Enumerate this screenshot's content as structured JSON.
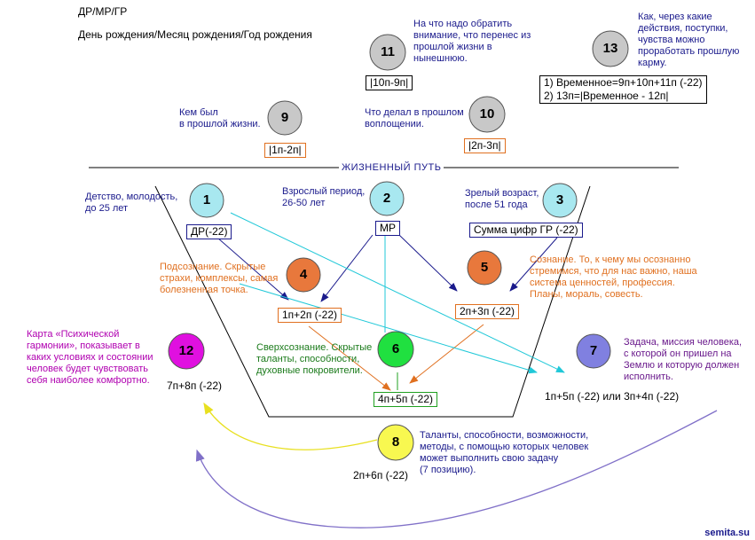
{
  "header": {
    "title": "ДР/МР/ГР",
    "subtitle": "День рождения/Месяц рождения/Год рождения"
  },
  "life_path_label": "ЖИЗНЕННЫЙ ПУТЬ",
  "nodes": [
    {
      "id": "1",
      "color": "#a8e8f0"
    },
    {
      "id": "2",
      "color": "#a8e8f0"
    },
    {
      "id": "3",
      "color": "#a8e8f0"
    },
    {
      "id": "4",
      "color": "#e8783c"
    },
    {
      "id": "5",
      "color": "#e8783c"
    },
    {
      "id": "6",
      "color": "#20e040"
    },
    {
      "id": "7",
      "color": "#8080e0"
    },
    {
      "id": "8",
      "color": "#f8f850"
    },
    {
      "id": "9",
      "color": "#c8c8c8"
    },
    {
      "id": "10",
      "color": "#c8c8c8"
    },
    {
      "id": "11",
      "color": "#c8c8c8"
    },
    {
      "id": "12",
      "color": "#e010e0"
    },
    {
      "id": "13",
      "color": "#c8c8c8"
    }
  ],
  "texts": {
    "t11": "На что надо обратить\nвнимание, что перенес из\nпрошлой жизни в\nнынешнюю.",
    "t13": "Как, через какие\nдействия, поступки,\nчувства можно\nпроработать прошлую\nкарму.",
    "t9": "Кем был\nв прошлой жизни.",
    "t10": "Что делал в прошлом\nвоплощении.",
    "t1": "Детство, молодость,\nдо 25 лет",
    "t2": "Взрослый период,\n26-50 лет",
    "t3": "Зрелый возраст,\nпосле 51 года",
    "t4": "Подсознание. Скрытые\nстрахи, комплексы, самая\nболезненная точка.",
    "t5": "Сознание. То, к чему мы осознанно\nстремимся, что для нас важно, наша\nсистема ценностей, профессия.\nПланы, мораль, совесть.",
    "t6": "Сверхсознание. Скрытые\nталанты, способности,\nдуховные покровители.",
    "t7": "Задача, миссия человека,\nс которой он пришел на\nЗемлю и которую должен\nисполнить.",
    "t8": "Таланты, способности, возможности,\nметоды, с помощью которых человек\nможет выполнить свою задачу\n(7 позицию).",
    "t12": "Карта «Психической\nгармонии», показывает в\nкаких условиях и состоянии\nчеловек будет чувствовать\nсебя наиболее комфортно."
  },
  "formulas": {
    "f11": "|10п-9п|",
    "f13": "1) Временное=9п+10п+11п (-22)\n2) 13п=|Временное - 12п|",
    "f9": "|1п-2п|",
    "f10": "|2п-3п|",
    "f1": "ДР(-22)",
    "f2": "МР",
    "f3": "Сумма цифр ГР (-22)",
    "f4": "1п+2п (-22)",
    "f5": "2п+3п (-22)",
    "f6": "4п+5п (-22)",
    "f7": "1п+5п (-22) или 3п+4п (-22)",
    "f8": "2п+6п (-22)",
    "f12": "7п+8п (-22)"
  },
  "watermark": "semita.su"
}
